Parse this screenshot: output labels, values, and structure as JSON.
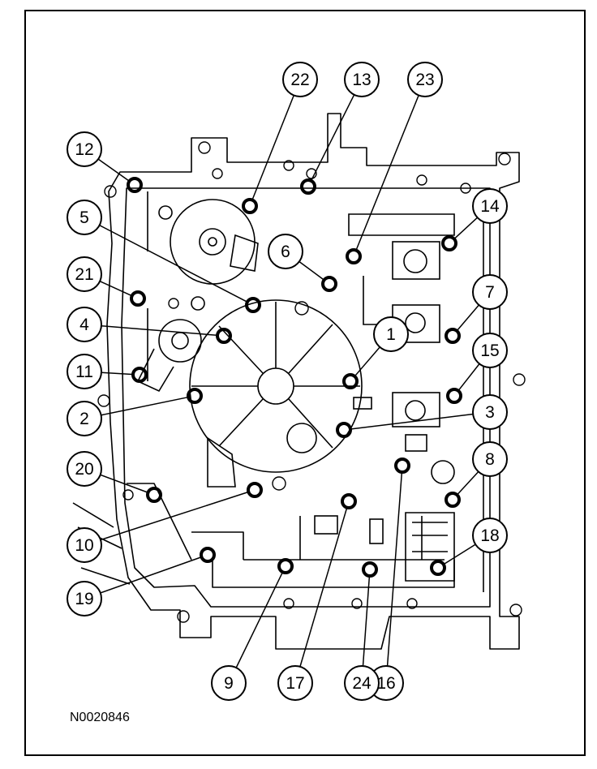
{
  "figure": {
    "code": "N0020846"
  },
  "callouts": [
    "1",
    "2",
    "3",
    "4",
    "5",
    "6",
    "7",
    "8",
    "9",
    "10",
    "11",
    "12",
    "13",
    "14",
    "15",
    "16",
    "17",
    "18",
    "19",
    "20",
    "21",
    "22",
    "23",
    "24"
  ]
}
